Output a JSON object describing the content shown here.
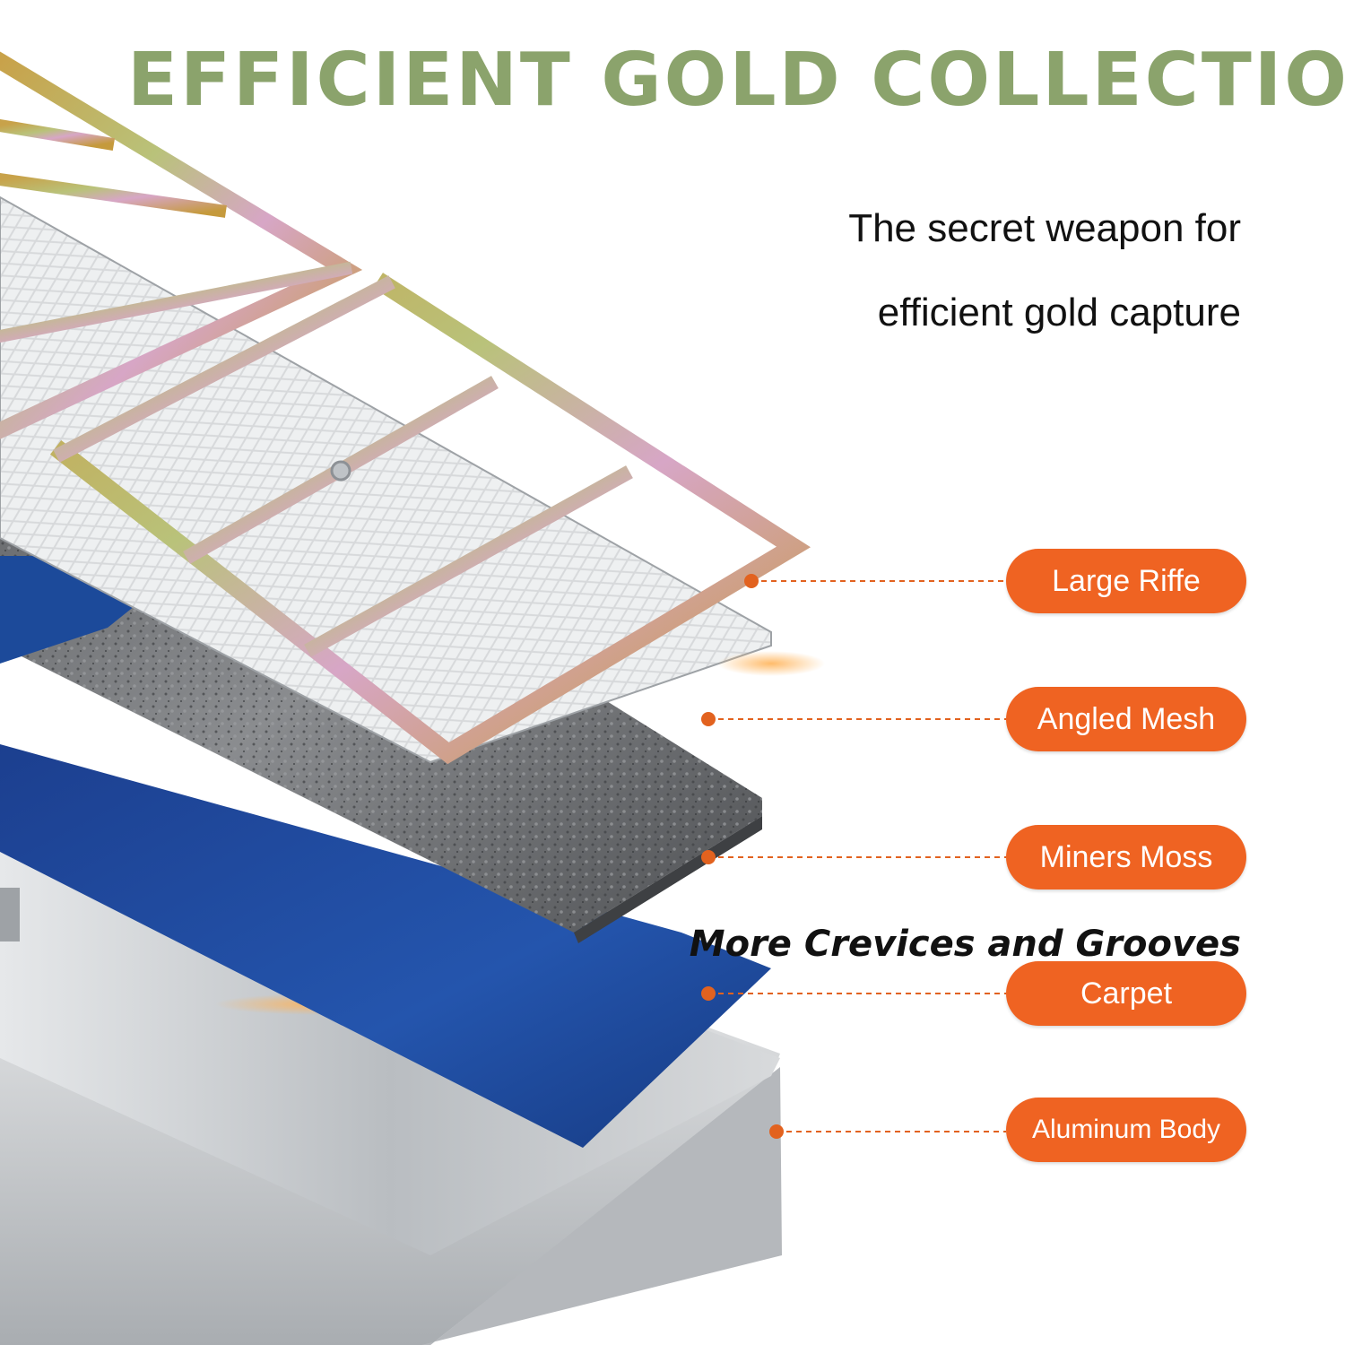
{
  "header": {
    "title": "EFFICIENT GOLD COLLECTION"
  },
  "tagline": {
    "line1": "The secret weapon for",
    "line2": "efficient gold capture"
  },
  "layers": [
    {
      "label": "Large Riffe"
    },
    {
      "label": "Angled Mesh"
    },
    {
      "label": "Miners Moss"
    },
    {
      "label": "Carpet"
    },
    {
      "label": "Aluminum Body"
    }
  ],
  "footer": {
    "caption": "More Crevices and Grooves"
  },
  "colors": {
    "title": "#8ba36c",
    "pill": "#ef6322",
    "connector": "#e2621f",
    "carpet": "#1f4f9e",
    "moss": "#6f7174",
    "aluminum": "#c9cccf"
  }
}
